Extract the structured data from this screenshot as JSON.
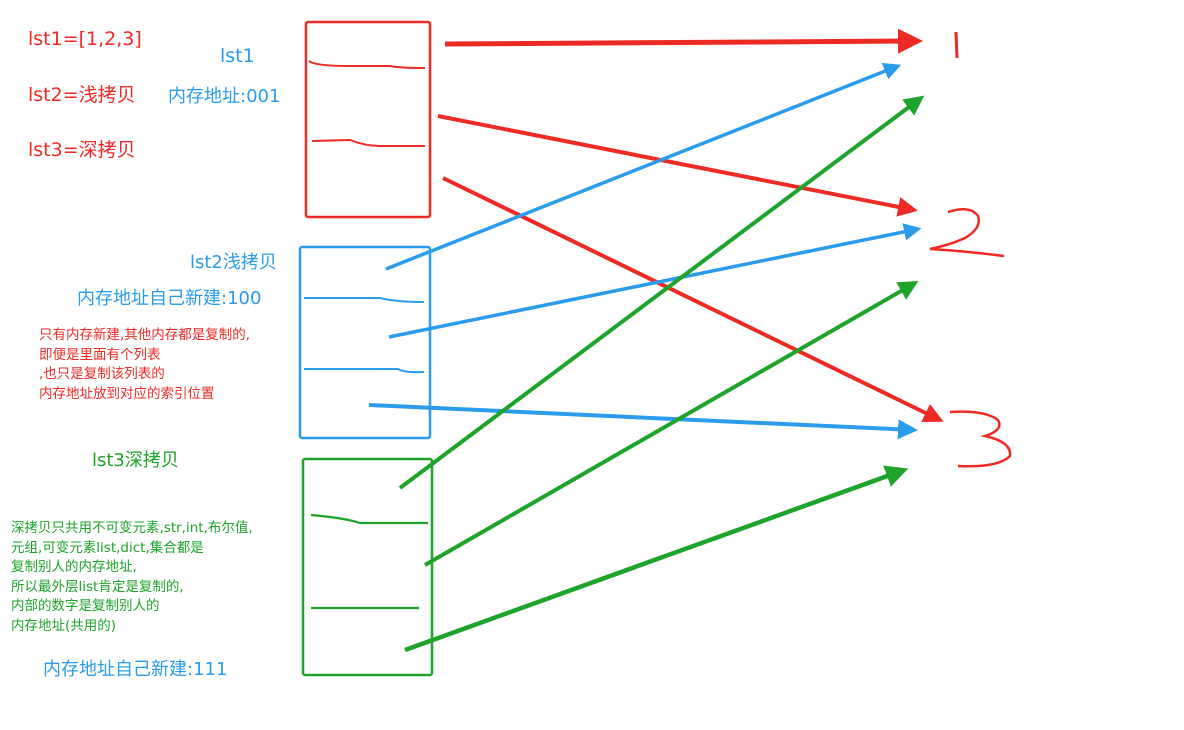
{
  "legend": {
    "lst1_def": "lst1=[1,2,3]",
    "lst2_def": "lst2=浅拷贝",
    "lst3_def": "lst3=深拷贝"
  },
  "lst1": {
    "title": "lst1",
    "address": "内存地址:001"
  },
  "lst2": {
    "title": "lst2浅拷贝",
    "address": "内存地址自己新建:100",
    "note": [
      "只有内存新建,其他内存都是复制的,",
      "即便是里面有个列表",
      ",也只是复制该列表的",
      "内存地址放到对应的索引位置"
    ]
  },
  "lst3": {
    "title": "lst3深拷贝",
    "address": "内存地址自己新建:111",
    "note": [
      "深拷贝只共用不可变元素,str,int,布尔值,",
      "元组,可变元素list,dict,集合都是",
      "复制别人的内存地址,",
      "所以最外层list肯定是复制的,",
      "内部的数字是复制别人的",
      "内存地址(共用的)"
    ]
  },
  "values": {
    "v1": "1",
    "v2": "2",
    "v3": "3"
  },
  "colors": {
    "red": "#ee2a24",
    "blue": "#2b9cec",
    "green": "#1ea32b"
  }
}
